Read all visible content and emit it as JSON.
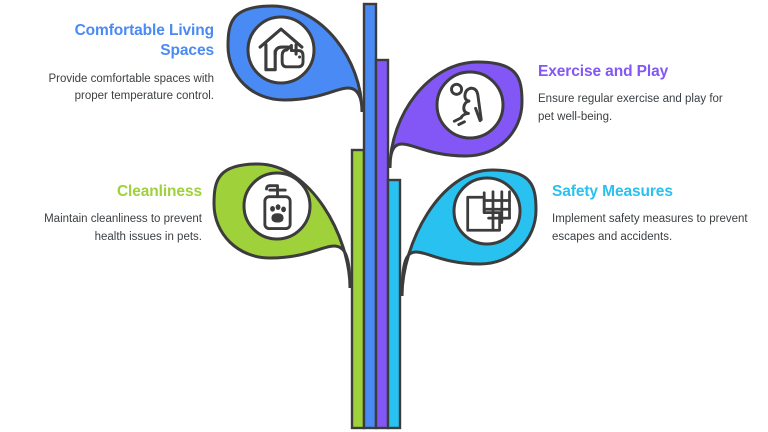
{
  "diagram": {
    "type": "tree-infographic",
    "title_semantic": "pet-care-considerations",
    "background_color": "#ffffff",
    "outline_color": "#3c3c3c",
    "body_text_color": "#3c4043"
  },
  "branches": [
    {
      "id": "comfortable-living-spaces",
      "title": "Comfortable Living Spaces",
      "body": "Provide comfortable spaces with proper temperature control.",
      "color": "#4a8af4",
      "side": "left",
      "row": "top",
      "icon": "dog-house-icon"
    },
    {
      "id": "exercise-and-play",
      "title": "Exercise and Play",
      "body": "Ensure regular exercise and play for pet well-being.",
      "color": "#8257f6",
      "side": "right",
      "row": "top",
      "icon": "pet-play-icon"
    },
    {
      "id": "cleanliness",
      "title": "Cleanliness",
      "body": "Maintain cleanliness to prevent health issues in pets.",
      "color": "#9ed13a",
      "side": "left",
      "row": "bottom",
      "icon": "pet-shampoo-bottle-icon"
    },
    {
      "id": "safety-measures",
      "title": "Safety Measures",
      "body": "Implement safety measures to prevent escapes and accidents.",
      "color": "#29c1f0",
      "side": "right",
      "row": "bottom",
      "icon": "fence-gate-icon"
    }
  ],
  "trunk": {
    "stripes": [
      "#9ed13a",
      "#4a8af4",
      "#8257f6",
      "#29c1f0"
    ],
    "stripe_names": [
      "cleanliness-stem",
      "comfortable-living-spaces-stem",
      "exercise-and-play-stem",
      "safety-measures-stem"
    ]
  }
}
